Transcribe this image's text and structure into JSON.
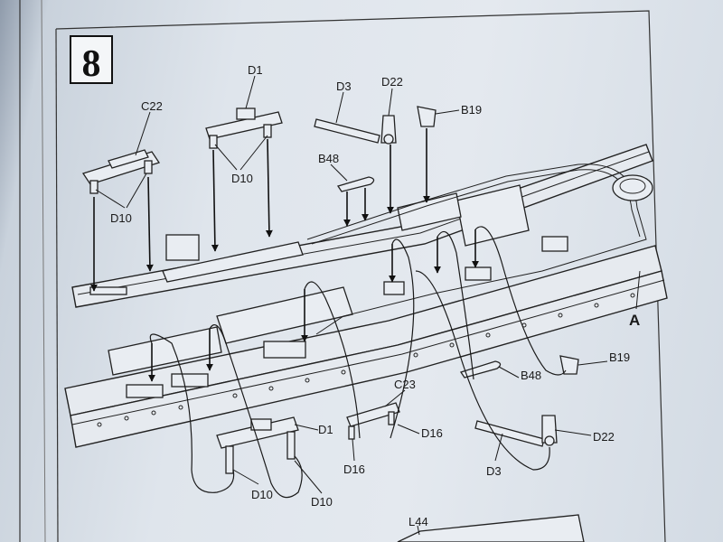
{
  "step": {
    "number": "8"
  },
  "assembly_label": "A",
  "labels": {
    "top": {
      "c22": "C22",
      "d10_left": "D10",
      "d1": "D1",
      "d10_mid": "D10",
      "d3": "D3",
      "d22": "D22",
      "b19": "B19",
      "b48": "B48"
    },
    "bottom": {
      "c23": "C23",
      "d1": "D1",
      "d16_right": "D16",
      "d16_left": "D16",
      "d10_left": "D10",
      "d10_right": "D10",
      "b48": "B48",
      "b19": "B19",
      "d22": "D22",
      "d3": "D3",
      "l44": "L44"
    }
  }
}
